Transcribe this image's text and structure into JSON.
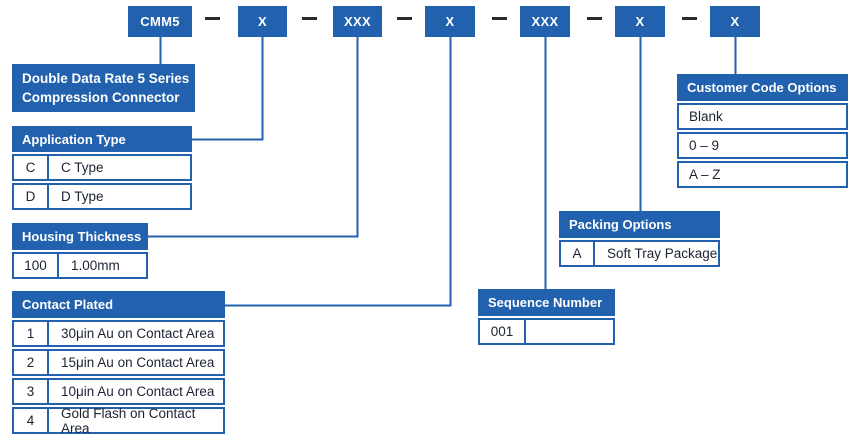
{
  "part_code_boxes": [
    {
      "label": "CMM5"
    },
    {
      "label": "X"
    },
    {
      "label": "XXX"
    },
    {
      "label": "X"
    },
    {
      "label": "XXX"
    },
    {
      "label": "X"
    },
    {
      "label": "X"
    }
  ],
  "separator": "—",
  "series_description": {
    "line1": "Double Data Rate 5 Series",
    "line2": "Compression Connector"
  },
  "application_type": {
    "title": "Application Type",
    "rows": [
      {
        "code": "C",
        "desc": "C Type"
      },
      {
        "code": "D",
        "desc": "D Type"
      }
    ]
  },
  "housing_thickness": {
    "title": "Housing Thickness",
    "rows": [
      {
        "code": "100",
        "desc": "1.00mm"
      }
    ]
  },
  "contact_plated": {
    "title": "Contact Plated",
    "rows": [
      {
        "code": "1",
        "desc": "30μin Au on Contact Area"
      },
      {
        "code": "2",
        "desc": "15μin Au on Contact Area"
      },
      {
        "code": "3",
        "desc": "10μin Au on Contact Area"
      },
      {
        "code": "4",
        "desc": "Gold Flash on Contact Area"
      }
    ]
  },
  "sequence_number": {
    "title": "Sequence Number",
    "rows": [
      {
        "code": "001",
        "desc": ""
      }
    ]
  },
  "packing_options": {
    "title": "Packing Options",
    "rows": [
      {
        "code": "A",
        "desc": "Soft Tray Package"
      }
    ]
  },
  "customer_code_options": {
    "title": "Customer Code Options",
    "rows": [
      {
        "label": "Blank"
      },
      {
        "label": "0 – 9"
      },
      {
        "label": "A – Z"
      }
    ]
  },
  "colors": {
    "accent_blue": "#2161ad",
    "dash_dark": "#2b2b2b",
    "row_text": "#1c2333"
  }
}
